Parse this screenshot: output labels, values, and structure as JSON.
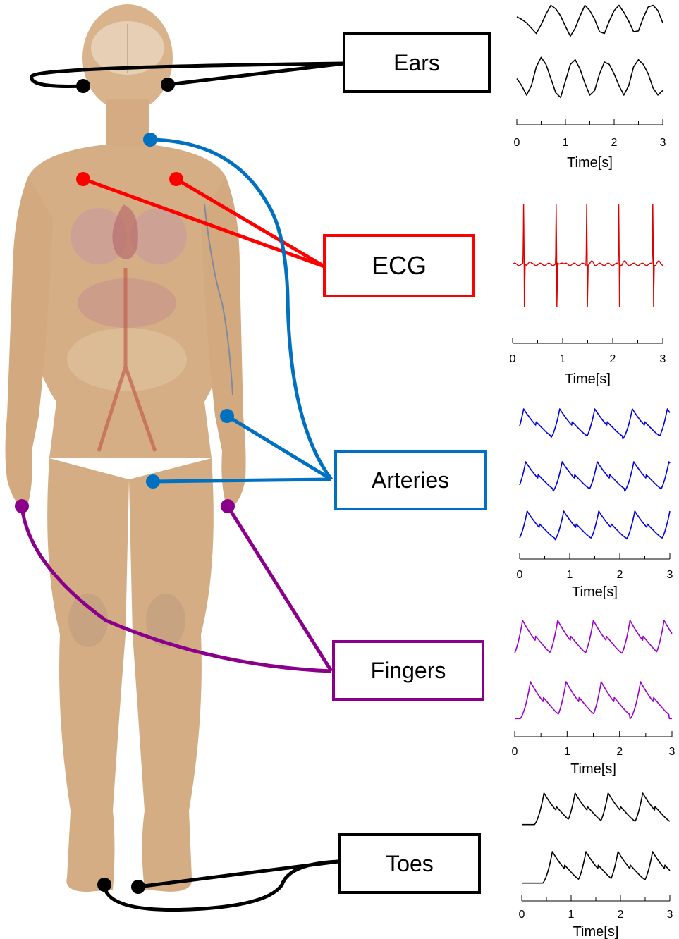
{
  "colors": {
    "ears": "#000000",
    "ecg": "#ff0000",
    "arteries": "#0070c0",
    "fingers": "#8b008b",
    "toes": "#000000",
    "ecg_trace": "#e00000",
    "arteries_trace": "#0000dd",
    "fingers_trace": "#9900cc",
    "black_trace": "#000000",
    "body_skin": "#d8b18a"
  },
  "labels": {
    "ears": "Ears",
    "ecg": "ECG",
    "arteries": "Arteries",
    "fingers": "Fingers",
    "toes": "Toes"
  },
  "chart_data": [
    {
      "type": "line",
      "site": "Ears",
      "xlabel": "Time[s]",
      "x_ticks": [
        "0",
        "1",
        "2",
        "3"
      ],
      "xlim": [
        0,
        3
      ],
      "series": [
        {
          "values": [
            0.25,
            0.1,
            -0.1,
            -0.4,
            -0.7,
            -0.2,
            0.4,
            0.9,
            0.7,
            0.3,
            -0.3,
            -0.85,
            -0.4,
            0.3,
            0.9,
            0.6,
            0.1,
            -0.6,
            -0.7,
            0.0,
            0.6,
            0.9,
            0.5,
            0.0,
            -0.6,
            -0.55,
            0.2,
            0.8,
            0.9,
            0.6,
            -0.1
          ]
        },
        {
          "values": [
            0.0,
            -0.3,
            -0.7,
            -0.3,
            0.5,
            0.9,
            0.6,
            0.0,
            -0.6,
            -0.8,
            -0.1,
            0.6,
            0.8,
            0.4,
            -0.2,
            -0.7,
            -0.5,
            0.2,
            0.7,
            0.6,
            0.2,
            -0.3,
            -0.7,
            -0.3,
            0.5,
            0.8,
            0.6,
            0.2,
            -0.4,
            -0.7,
            -0.5
          ]
        }
      ]
    },
    {
      "type": "line",
      "site": "ECG",
      "xlabel": "Time[s]",
      "x_ticks": [
        "0",
        "1",
        "2",
        "3"
      ],
      "xlim": [
        0,
        3
      ],
      "beat_times": [
        0.22,
        0.87,
        1.48,
        2.12,
        2.8
      ],
      "series": [
        {
          "baseline": 0.0,
          "r_peak": 1.0,
          "s_trough": -0.85
        }
      ]
    },
    {
      "type": "line",
      "site": "Arteries",
      "xlabel": "Time[s]",
      "x_ticks": [
        "0",
        "1",
        "2",
        "3"
      ],
      "xlim": [
        0,
        3
      ],
      "series": [
        {
          "peak_times": [
            0.08,
            0.8,
            1.5,
            2.25,
            2.95
          ]
        },
        {
          "peak_times": [
            0.12,
            0.85,
            1.55,
            2.28,
            2.98
          ]
        },
        {
          "peak_times": [
            0.15,
            0.88,
            1.58,
            2.3,
            3.0
          ]
        }
      ]
    },
    {
      "type": "line",
      "site": "Fingers",
      "xlabel": "Time[s]",
      "x_ticks": [
        "0",
        "1",
        "2",
        "3"
      ],
      "xlim": [
        0,
        3
      ],
      "series": [
        {
          "peak_times": [
            0.15,
            0.82,
            1.5,
            2.2,
            2.85
          ]
        },
        {
          "peak_times": [
            0.3,
            0.98,
            1.65,
            2.4
          ]
        }
      ]
    },
    {
      "type": "line",
      "site": "Toes",
      "xlabel": "Time[s]",
      "x_ticks": [
        "0",
        "1",
        "2",
        "3"
      ],
      "xlim": [
        0,
        3
      ],
      "series": [
        {
          "peak_times": [
            0.45,
            1.08,
            1.75,
            2.45
          ]
        },
        {
          "peak_times": [
            0.62,
            1.3,
            1.95,
            2.65
          ]
        }
      ]
    }
  ]
}
